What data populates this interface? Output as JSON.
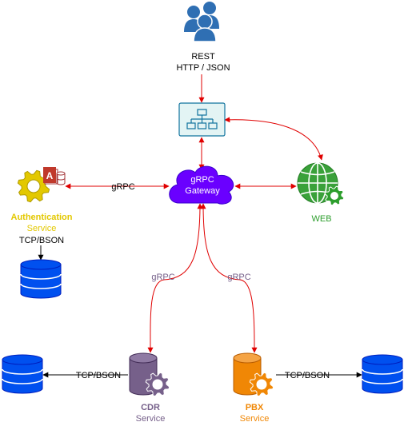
{
  "users": {
    "icon": "users-icon",
    "line1": "REST",
    "line2": "HTTP / JSON"
  },
  "load_balancer": {
    "icon": "load-balancer-icon"
  },
  "gateway": {
    "line1": "gRPC",
    "line2": "Gateway",
    "color": "#6a00ff"
  },
  "auth": {
    "icon": "gear-access-icon",
    "title": "Authentication",
    "subtitle": "Service",
    "protocol": "TCP/BSON",
    "link_label": "gRPC",
    "color": "#e3c800"
  },
  "web": {
    "icon": "globe-gear-icon",
    "label": "WEB",
    "color": "#2d9e2d"
  },
  "cdr": {
    "icon": "cdr-database-gear-icon",
    "title": "CDR",
    "subtitle": "Service",
    "protocol": "TCP/BSON",
    "link_label": "gRPC",
    "color": "#76608a"
  },
  "pbx": {
    "icon": "pbx-database-gear-icon",
    "title": "PBX",
    "subtitle": "Service",
    "protocol": "TCP/BSON",
    "link_label": "gRPC",
    "color": "#f08705"
  },
  "colors": {
    "arrow": "#e00000",
    "database": "#0050ef",
    "lb_bg": "#e3f4f4",
    "lb_border": "#10739e"
  }
}
